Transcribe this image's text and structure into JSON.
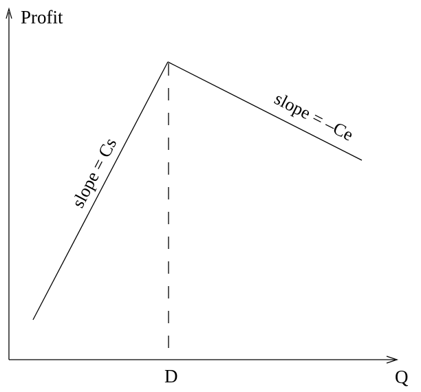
{
  "diagram": {
    "y_axis_label": "Profit",
    "x_axis_label": "Q",
    "tick_label": "D",
    "rising_segment_label": "slope = Cs",
    "falling_segment_label": "slope = –Ce"
  },
  "colors": {
    "ink": "#000000",
    "background": "#ffffff"
  }
}
